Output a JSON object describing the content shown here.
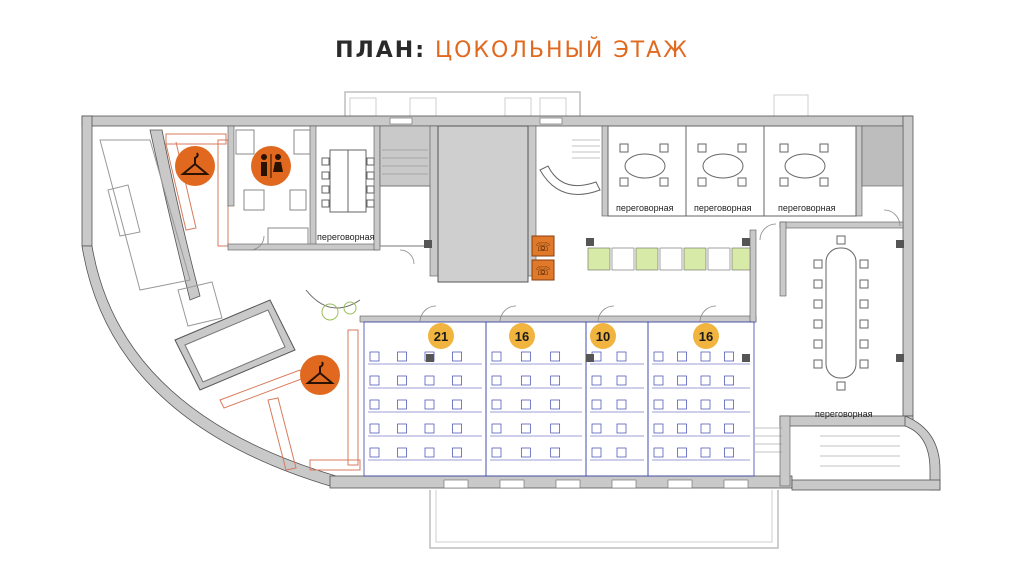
{
  "header": {
    "label": "ПЛАН:",
    "subtitle": "ЦОКОЛЬНЫЙ ЭТАЖ"
  },
  "rooms": {
    "meeting_label": "переговорная"
  },
  "capacity_badges": [
    "21",
    "16",
    "10",
    "16"
  ],
  "icons": {
    "wardrobe": "coat-hanger-icon",
    "restroom": "restroom-icon",
    "phone": "phone-booth-icon"
  },
  "colors": {
    "accent": "#e0691f",
    "badge": "#f0b43f",
    "wall": "#c9c9c9",
    "desk_outline": "#3b45b0",
    "phone_booth": "#e07a2a",
    "lounge_green": "#d8eaa8"
  }
}
